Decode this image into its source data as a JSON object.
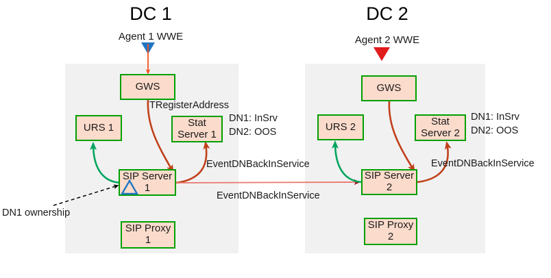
{
  "diagram": {
    "title_left": "DC 1",
    "title_right": "DC 2",
    "agent_left": "Agent 1 WWE",
    "agent_right": "Agent 2 WWE"
  },
  "dc1": {
    "nodes": {
      "gws": "GWS",
      "urs": "URS 1",
      "stat_server": "Stat\nServer 1",
      "stat_server_line1": "Stat",
      "stat_server_line2": "Server 1",
      "sip_server_line1": "SIP Server",
      "sip_server_line2": "1",
      "sip_proxy": "SIP Proxy 1"
    },
    "dn_status": {
      "dn1": "DN1: InSrv",
      "dn2": "DN2: OOS"
    },
    "labels": {
      "tregisteraddress": "TRegisterAddress",
      "event_up": "EventDNBackInService",
      "event_across": "EventDNBackInService",
      "ownership_note": "DN1 ownership"
    },
    "ownership_marker": "triangle-outline"
  },
  "dc2": {
    "nodes": {
      "gws": "GWS",
      "urs": "URS 2",
      "stat_server_line1": "Stat",
      "stat_server_line2": "Server 2",
      "sip_server_line1": "SIP Server",
      "sip_server_line2": "2",
      "sip_proxy": "SIP Proxy 2"
    },
    "dn_status": {
      "dn1": "DN1: InSrv",
      "dn2": "DN2: OOS"
    },
    "labels": {
      "event_up": "EventDNBackInService"
    }
  },
  "colors": {
    "node_fill": "#fbdbcb",
    "node_border": "#00a000",
    "panel_bg": "#f1f1f1",
    "flow_red": "#c0401a",
    "flow_green": "#00a55e",
    "cross_arrow": "#e8776f",
    "cross_arrow_head": "#a01818",
    "agent_blue": "#1f77c4",
    "agent_red": "#e01b1b",
    "agent_arrow_orange": "#f4511e",
    "ownership_triangle": "#1f77c4",
    "dashed_pointer": "#000000",
    "text": "#1a1a1a"
  }
}
